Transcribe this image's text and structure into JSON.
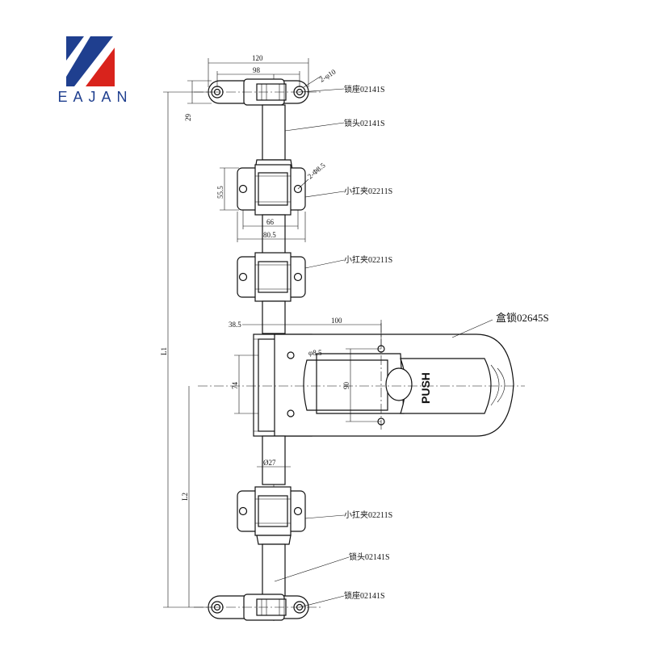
{
  "logo": {
    "text": "EAJAN",
    "colors": {
      "blue": "#1f3f8f",
      "red": "#d9231c"
    }
  },
  "labels": {
    "lock_seat_top": "锁座02141S",
    "lock_head_top": "锁头02141S",
    "clamp_1": "小扛夹02211S",
    "clamp_2": "小扛夹02211S",
    "box_lock": "盒锁02645S",
    "clamp_3": "小扛夹02211S",
    "lock_head_bottom": "锁头02141S",
    "lock_seat_bottom": "锁座02141S"
  },
  "dimensions": {
    "d120": "120",
    "d98": "98",
    "d2phi10": "2-φ10",
    "d29": "29",
    "d2phi85": "2-Φ8.5",
    "d555": "55.5",
    "d66": "66",
    "d805": "80.5",
    "d385": "38.5",
    "d100": "100",
    "dphi85": "φ8.5",
    "d74": "74",
    "d90": "90",
    "dphi27": "Ø27",
    "L1": "L1",
    "L2": "L2"
  },
  "push_label": "PUSH"
}
